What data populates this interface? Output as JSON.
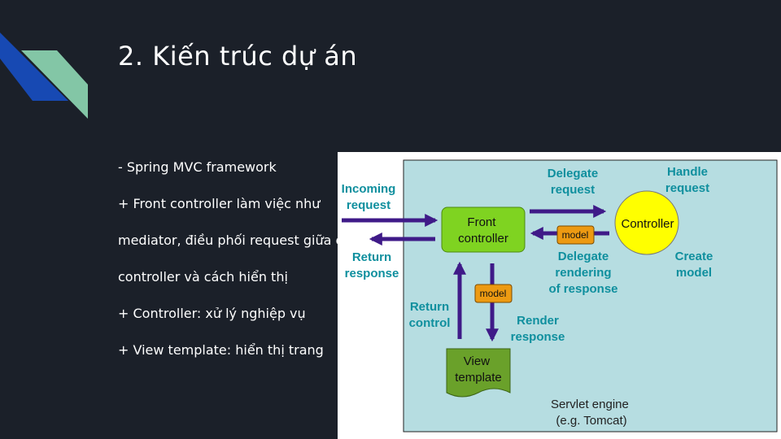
{
  "slide": {
    "title": "2. Kiến trúc dự án",
    "bullets": [
      "- Spring MVC framework",
      "+ Front controller làm việc  như",
      "mediator, điều phối request giữa các",
      "controller và cách hiển thị",
      "+ Controller: xử lý nghiệp vụ",
      "+ View template: hiển thị trang"
    ]
  },
  "diagram": {
    "incoming_request": [
      "Incoming",
      "request"
    ],
    "return_response": [
      "Return",
      "response"
    ],
    "delegate_request": [
      "Delegate",
      "request"
    ],
    "handle_request": [
      "Handle",
      "request"
    ],
    "front_controller": [
      "Front",
      "controller"
    ],
    "controller": "Controller",
    "model_top": "model",
    "model_mid": "model",
    "delegate_rendering": [
      "Delegate",
      "rendering",
      "of response"
    ],
    "create_model": [
      "Create",
      "model"
    ],
    "return_control": [
      "Return",
      "control"
    ],
    "render_response": [
      "Render",
      "response"
    ],
    "view_template": [
      "View",
      "template"
    ],
    "servlet_engine": [
      "Servlet engine",
      "(e.g. Tomcat)"
    ]
  },
  "colors": {
    "background": "#1b2029",
    "engine_bg": "#b6dde1",
    "front_controller": "#7fd321",
    "controller": "#ffff00",
    "model_box": "#ed9a12",
    "view_template": "#6aa12a",
    "arrow": "#3f1a88",
    "label_teal": "#0f8f9e"
  }
}
